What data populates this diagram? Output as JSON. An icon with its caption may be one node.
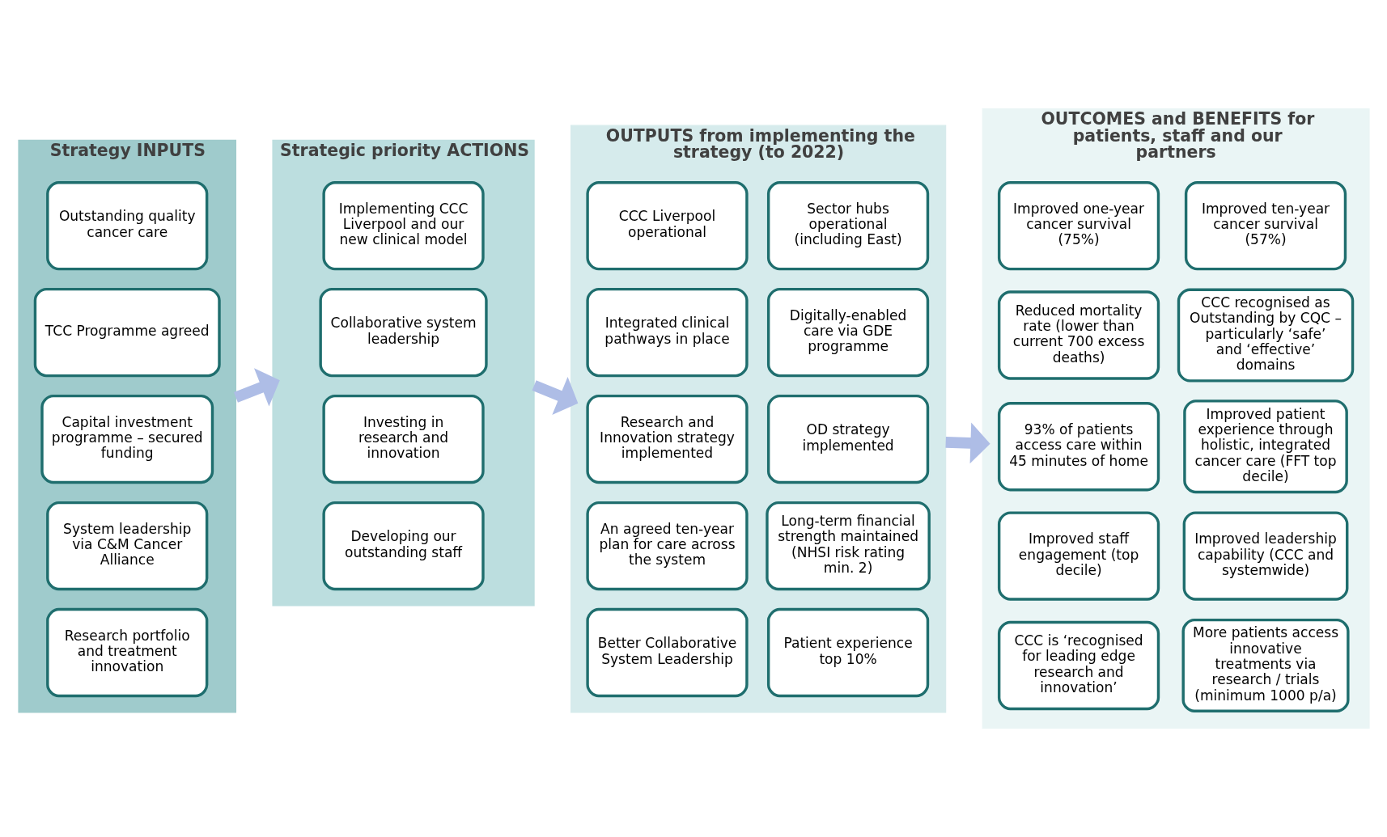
{
  "diagram": {
    "nodes": [
      {
        "text": [
          "Strategy INPUTS"
        ]
      },
      {
        "text": [
          "Outstanding quality cancer care"
        ],
        "in": 0
      },
      {
        "text": [
          "TCC Programme agreed"
        ],
        "in": 0
      },
      {
        "text": [
          "Capital investment programme – secured funding"
        ],
        "in": 0
      },
      {
        "text": [
          "System leadership via C&M Cancer Alliance"
        ],
        "in": 0
      },
      {
        "text": [
          "Research portfolio and treatment innovation"
        ],
        "in": 0
      },
      {
        "text": [
          "Strategic priority ACTIONS"
        ]
      },
      {
        "text": [
          "Implementing CCC Liverpool and our new clinical model"
        ],
        "in": 6
      },
      {
        "text": [
          "Collaborative system leadership"
        ],
        "in": 6
      },
      {
        "text": [
          "Investing in research and innovation"
        ],
        "in": 6
      },
      {
        "text": [
          "Developing our outstanding staff"
        ],
        "in": 6
      },
      {
        "text": [
          "OUTPUTS from implementing the strategy (to 2022)"
        ]
      },
      {
        "text": [
          "CCC Liverpool operational"
        ],
        "in": 11
      },
      {
        "text": [
          "Sector hubs operational (including East)"
        ],
        "in": 11
      },
      {
        "text": [
          "Integrated clinical pathways in place"
        ],
        "in": 11
      },
      {
        "text": [
          "Digitally-enabled care via GDE programme"
        ],
        "in": 11
      },
      {
        "text": [
          "Research and Innovation strategy implemented"
        ],
        "in": 11
      },
      {
        "text": [
          "OD strategy implemented"
        ],
        "in": 11
      },
      {
        "text": [
          "An agreed ten-year plan for care across the system"
        ],
        "in": 11
      },
      {
        "text": [
          "Long-term financial strength maintained (NHSI risk rating min. 2)"
        ],
        "in": 11
      },
      {
        "text": [
          "Better Collaborative System Leadership"
        ],
        "in": 11
      },
      {
        "text": [
          "Patient experience top 10%"
        ],
        "in": 11
      },
      {
        "text": [
          "OUTCOMES and BENEFITS for patients, staff and our partners"
        ]
      },
      {
        "text": [
          "Improved one-year cancer survival (75%)"
        ],
        "in": 22
      },
      {
        "text": [
          "Improved ten-year cancer survival (57%)"
        ],
        "in": 22
      },
      {
        "text": [
          "Reduced mortality rate (lower than current 700 excess deaths)"
        ],
        "in": 22
      },
      {
        "text": [
          "CCC recognised as Outstanding by CQC – particularly ‘safe’ and ‘effective’ domains"
        ],
        "in": 22
      },
      {
        "text": [
          "93% of patients access care within 45 minutes of home"
        ],
        "in": 22
      },
      {
        "text": [
          "Improved patient experience through holistic, integrated cancer care (FFT top decile)"
        ],
        "in": 22
      },
      {
        "text": [
          "Improved staff engagement (top decile)"
        ],
        "in": 22
      },
      {
        "text": [
          "Improved leadership capability (CCC and systemwide)"
        ],
        "in": 22
      },
      {
        "text": [
          "CCC is ‘recognised for leading edge research and innovation’"
        ],
        "in": 22
      },
      {
        "text": [
          "More patients access innovative treatments via research / trials (minimum 1000 p/a)"
        ],
        "in": 22
      }
    ],
    "edges": [
      {
        "from": 0,
        "to": 6,
        "arrow": "to"
      },
      {
        "from": 6,
        "to": 11,
        "arrow": "to"
      },
      {
        "from": 11,
        "to": 22,
        "arrow": "to"
      }
    ]
  }
}
